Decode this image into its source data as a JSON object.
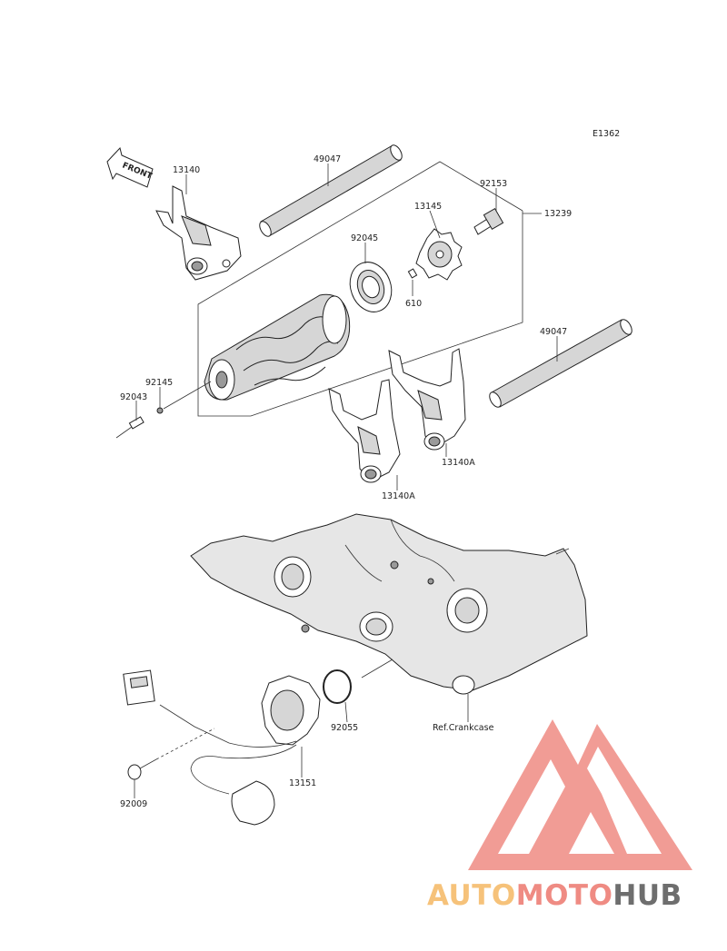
{
  "diagram": {
    "code": "E1362",
    "front_label": "FRONT",
    "callouts": [
      "13140",
      "49047",
      "92153",
      "13145",
      "13239",
      "92045",
      "610",
      "49047",
      "92145",
      "92043",
      "13140A",
      "13140A",
      "92055",
      "Ref.Crankcase",
      "13151",
      "92009"
    ]
  },
  "watermark": {
    "text_part1": "AUTO",
    "text_part2": "MOTO",
    "text_part3": "HUB",
    "color_orange": "#f6c27a",
    "color_red": "#ef8b83",
    "color_gray": "#6e6e6e"
  }
}
